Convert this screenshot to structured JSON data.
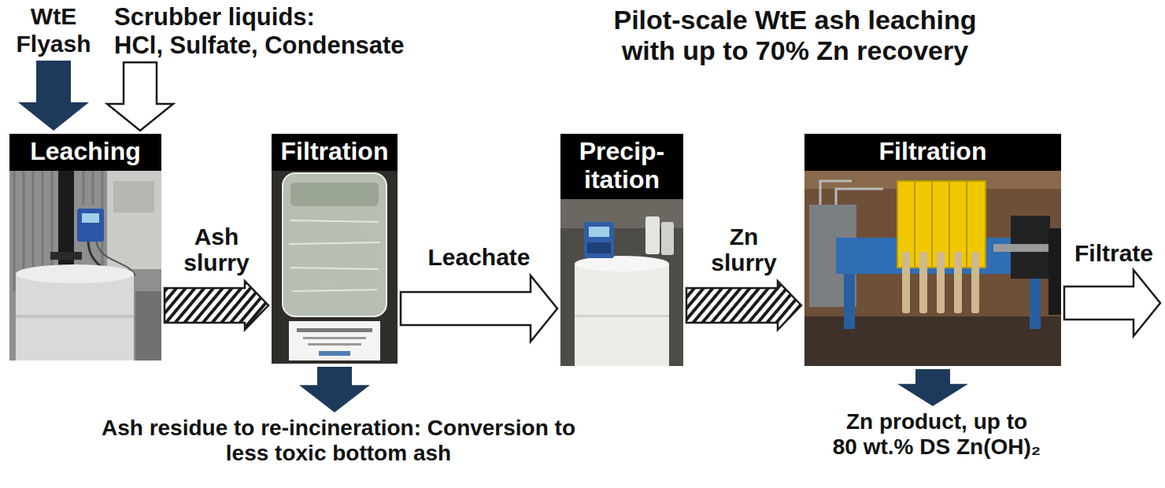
{
  "diagram": {
    "title": "Pilot-scale WtE ash leaching with up to 70% Zn recovery",
    "nodes": [
      {
        "text": [
          "WtE Flyash"
        ]
      },
      {
        "text": [
          "Scrubber liquids:",
          "HCl, Sulfate, Condensate"
        ]
      },
      {
        "text": [
          "Leaching"
        ]
      },
      {
        "text": [
          "Filtration"
        ]
      },
      {
        "text": [
          "Ash residue to re-incineration: Conversion to less toxic bottom ash"
        ]
      },
      {
        "text": [
          "Precip- itation"
        ]
      },
      {
        "text": [
          "Filtration"
        ]
      },
      {
        "text": [
          "Zn product, up to 80 wt.% DS Zn(OH)₂"
        ]
      }
    ],
    "edges": [
      {
        "from": 0,
        "to": 2,
        "arrow": "to"
      },
      {
        "from": 1,
        "to": 2,
        "arrow": "to"
      },
      {
        "from": 2,
        "to": 3,
        "label": "Ash slurry",
        "arrow": "to"
      },
      {
        "from": 3,
        "to": 4,
        "arrow": "to"
      },
      {
        "from": 3,
        "to": 5,
        "label": "Leachate",
        "arrow": "to"
      },
      {
        "from": 5,
        "to": 6,
        "label": "Zn slurry",
        "arrow": "to"
      },
      {
        "from": 6,
        "to": 7,
        "arrow": "to"
      }
    ],
    "labels": [
      "Filtrate"
    ]
  }
}
